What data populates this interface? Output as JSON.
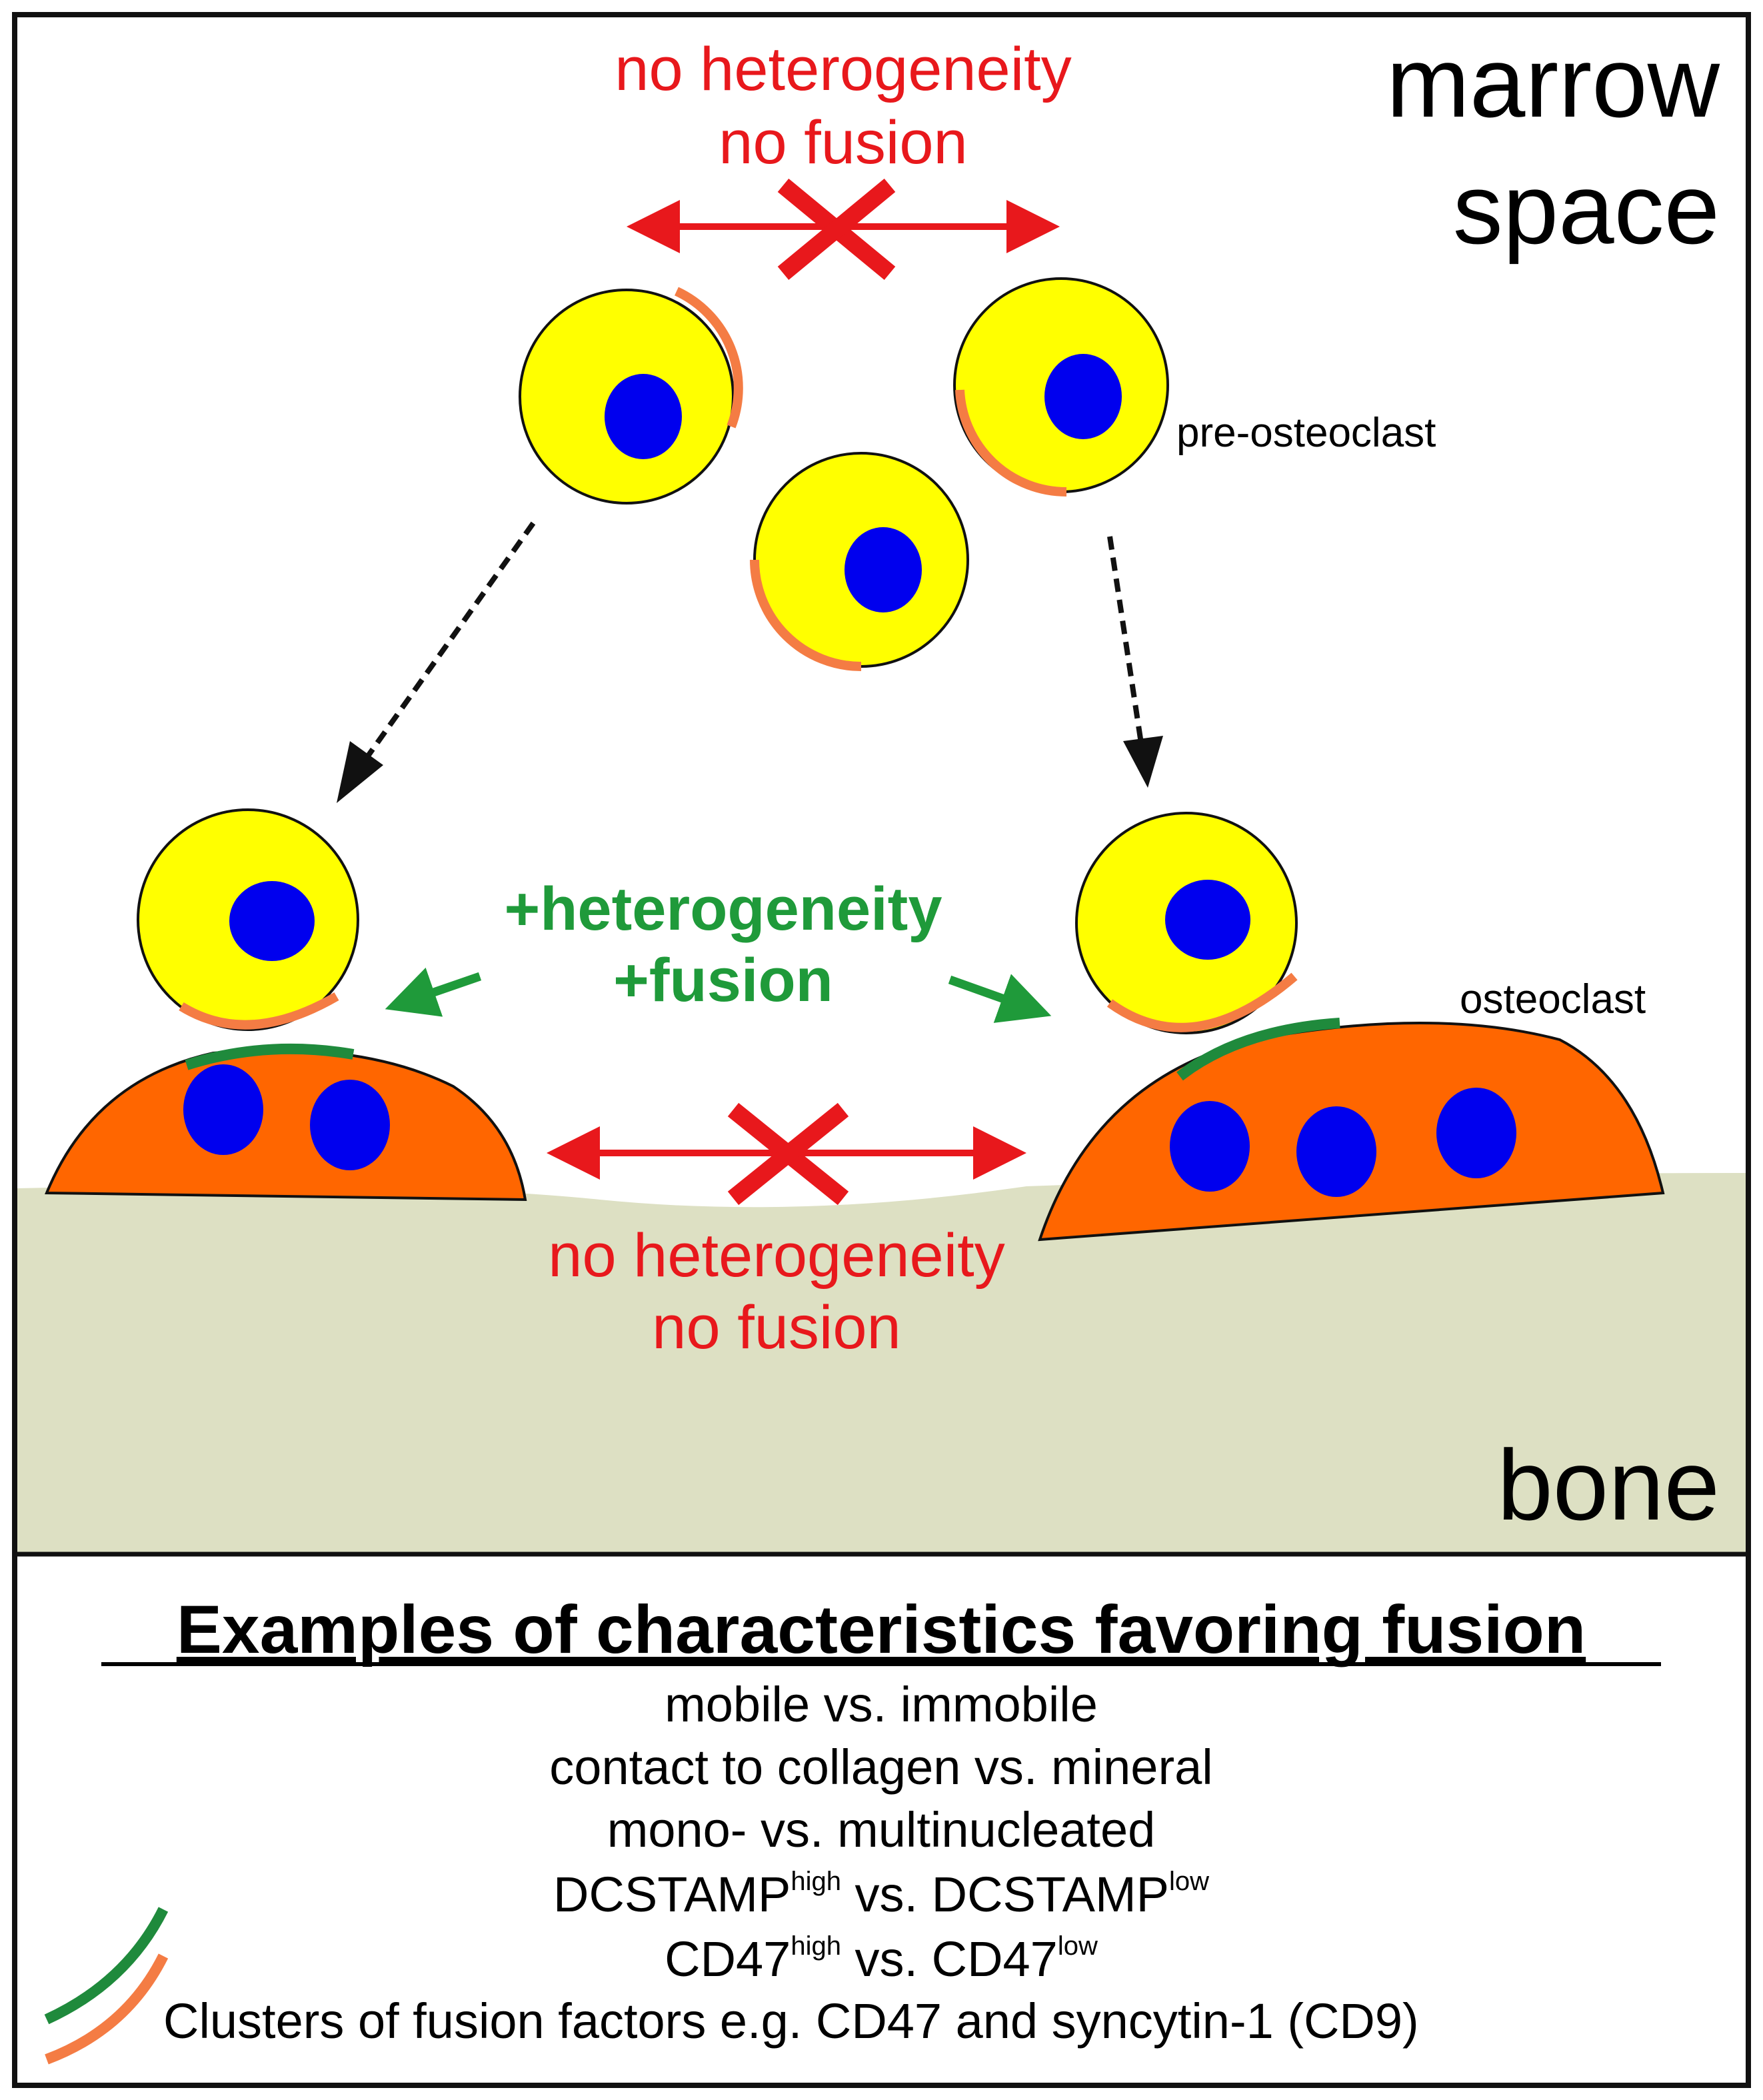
{
  "regions": {
    "marrow_label_line1": "marrow",
    "marrow_label_line2": "space",
    "bone_label": "bone"
  },
  "labels": {
    "top_red_line1": "no heterogeneity",
    "top_red_line2": "no fusion",
    "green_line1": "+heterogeneity",
    "green_line2": "+fusion",
    "bottom_red_line1": "no heterogeneity",
    "bottom_red_line2": "no fusion",
    "pre_osteoclast": "pre-osteoclast",
    "osteoclast": "osteoclast"
  },
  "legend": {
    "title": "Examples of characteristics favoring fusion",
    "line1": "mobile vs. immobile",
    "line2": "contact to collagen vs. mineral",
    "line3": "mono- vs. multinucleated",
    "line4_a": "DCSTAMP",
    "line4_a_sup": "high",
    "line4_b": " vs. DCSTAMP",
    "line4_b_sup": "low",
    "line5_a": "CD47",
    "line5_a_sup": "high",
    "line5_b": " vs. CD47",
    "line5_b_sup": "low",
    "line6": "Clusters of fusion factors e.g. CD47 and syncytin-1 (CD9)"
  },
  "colors": {
    "cell_body": "#ffff00",
    "nucleus": "#0000ee",
    "osteoclast_body": "#ff6600",
    "fusion_factor_orange": "#f47c44",
    "fusion_factor_green": "#1f8a3c",
    "no_fusion_red": "#e8181c",
    "fusion_green": "#1f9a3a",
    "bone": "#dde0c3"
  }
}
